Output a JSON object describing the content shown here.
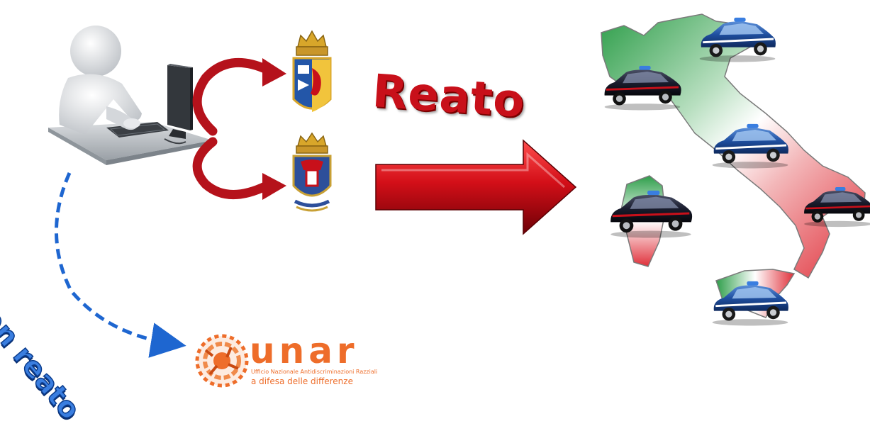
{
  "labels": {
    "crime": "Reato",
    "non_crime": "Non reato"
  },
  "unar_logo": {
    "wordmark": "unar",
    "subtitle_line1": "Ufficio Nazionale Antidiscriminazioni Razziali",
    "subtitle_line2": "a difesa delle differenze"
  },
  "colors": {
    "crime_arrow": "#c8101a",
    "non_crime_arrow": "#1e66d0",
    "unar_orange": "#ee6d2a",
    "italy_green": "#2e9e4a",
    "italy_red": "#e0303a",
    "police_blue": "#1f4fa0",
    "carabinieri_dark": "#1a1d2e"
  },
  "icons": {
    "user": "person-at-computer-icon",
    "police": "polizia-di-stato-crest-icon",
    "carabinieri": "carabinieri-crest-icon",
    "unar": "unar-logo-icon",
    "map": "italy-map-icon",
    "car": "patrol-car-icon"
  }
}
